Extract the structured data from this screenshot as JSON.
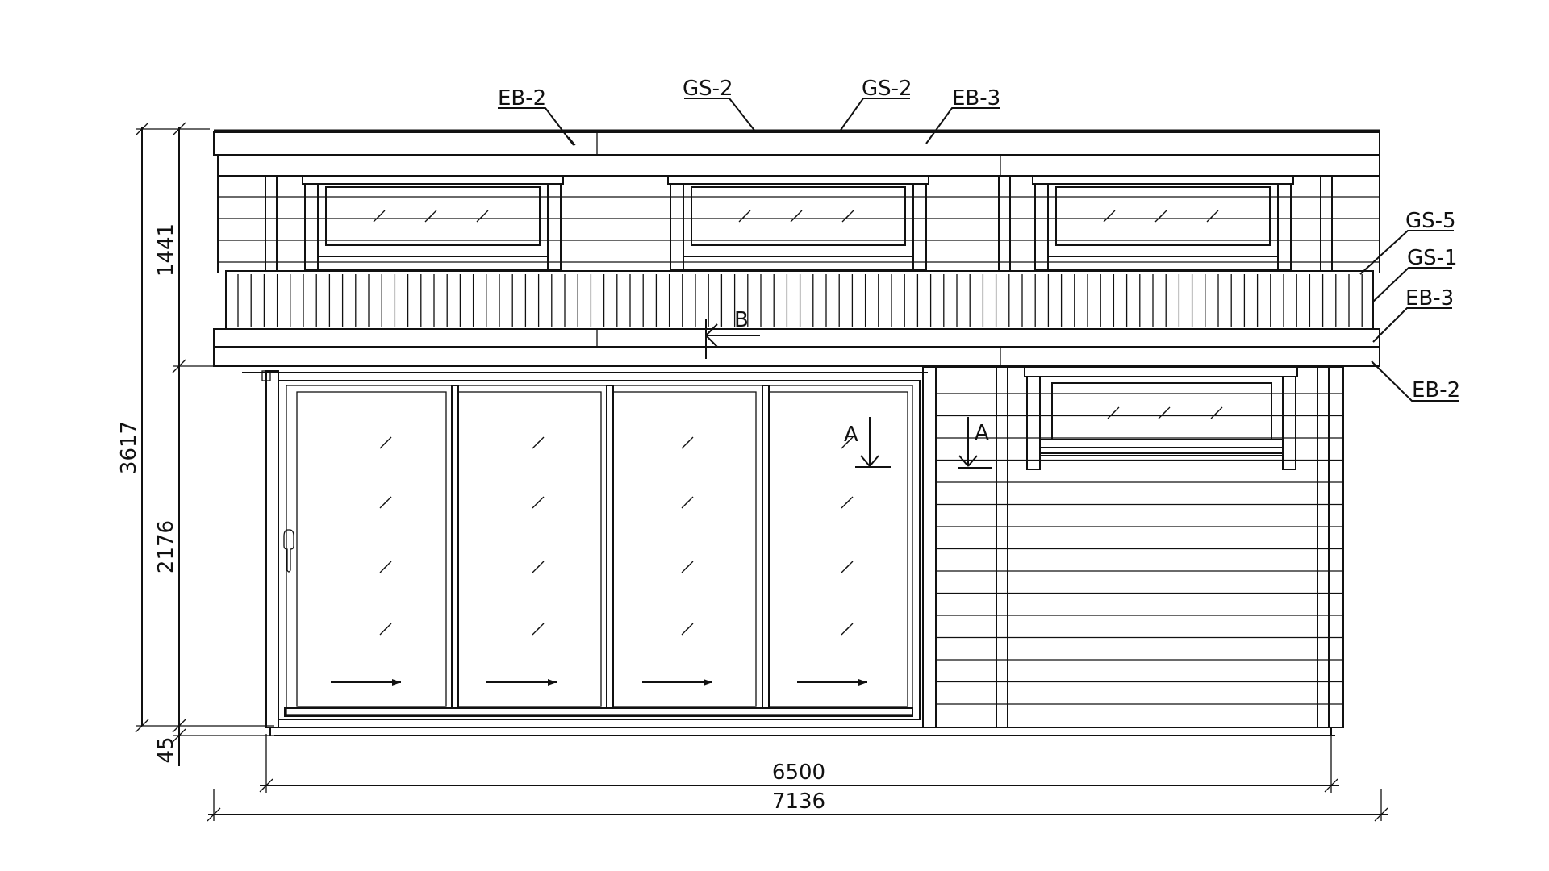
{
  "callouts": {
    "eb2_top": "EB-2",
    "gs2_left": "GS-2",
    "gs2_right": "GS-2",
    "eb3_top": "EB-3",
    "gs5": "GS-5",
    "gs1": "GS-1",
    "eb3_right": "EB-3",
    "eb2_right": "EB-2"
  },
  "section_marks": {
    "b": "B",
    "a_left": "A",
    "a_right": "A"
  },
  "dimensions": {
    "upper_height": "1441",
    "total_height": "3617",
    "lower_height": "2176",
    "base_height": "45",
    "inner_width": "6500",
    "total_width": "7136"
  }
}
